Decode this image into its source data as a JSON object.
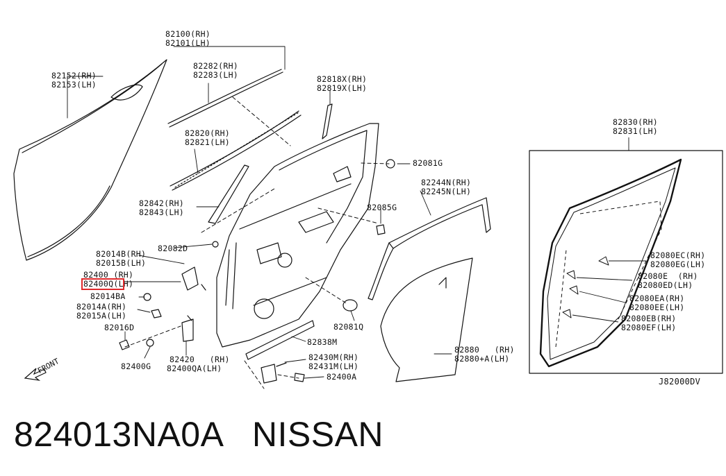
{
  "labels": {
    "p82100": "82100(RH)",
    "p82101": "82101(LH)",
    "p82152": "82152(RH)",
    "p82153": "82153(LH)",
    "p82282": "82282(RH)",
    "p82283": "82283(LH)",
    "p82818x": "82818X(RH)",
    "p82819x": "82819X(LH)",
    "p82820": "82820(RH)",
    "p82821": "82821(LH)",
    "p82081g": "82081G",
    "p82244n": "82244N(RH)",
    "p82245n": "82245N(LH)",
    "p82842": "82842(RH)",
    "p82843": "82843(LH)",
    "p82085g": "82085G",
    "p82830": "82830(RH)",
    "p82831": "82831(LH)",
    "p82014b": "82014B(RH)",
    "p82015b": "82015B(LH)",
    "p82082d": "82082D",
    "p82400": "82400 (RH)",
    "p82400q": "82400Q(LH)",
    "p82014ba": "82014BA",
    "p82014a": "82014A(RH)",
    "p82015a": "82015A(LH)",
    "p82016d": "82016D",
    "p82400g": "82400G",
    "p82420": "82420   (RH)",
    "p82400qa": "82400QA(LH)",
    "p82838m": "82838M",
    "p82430m": "82430M(RH)",
    "p82431m": "82431M(LH)",
    "p82400a": "82400A",
    "p82081q": "82081Q",
    "p82880": "82880   (RH)",
    "p82880a": "82880+A(LH)",
    "p82080ec": "82080EC(RH)",
    "p82080eg": "82080EG(LH)",
    "p82080e": "82080E  (RH)",
    "p82080ed": "82080ED(LH)",
    "p82080ea": "82080EA(RH)",
    "p82080ee": "82080EE(LH)",
    "p82080eb": "82080EB(RH)",
    "p82080ef": "82080EF(LH)",
    "front": "FRONT",
    "diagram_code": "J82000DV"
  },
  "part_number": "824013NA0A   NISSAN",
  "highlight_color": "#e0282a",
  "line_color": "#111111"
}
